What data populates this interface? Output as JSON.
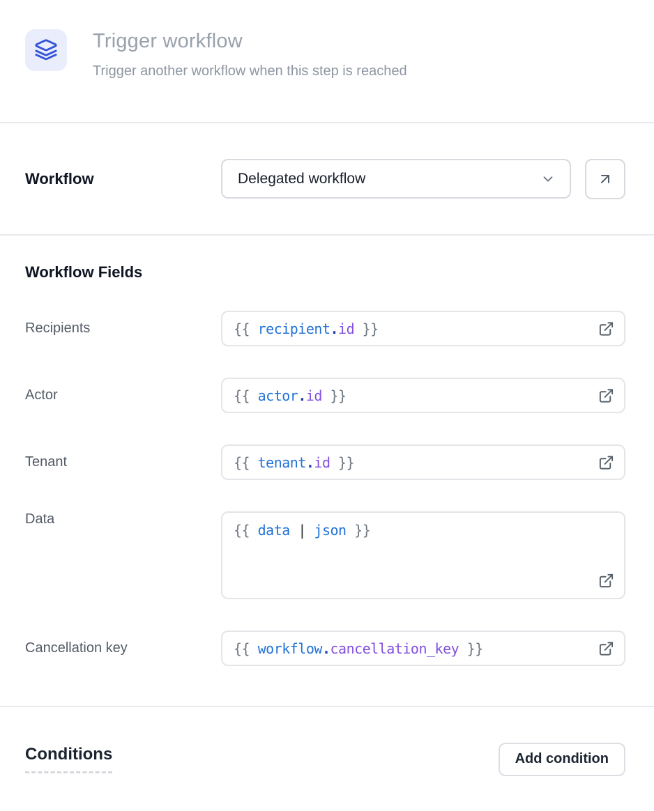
{
  "header": {
    "icon": "layers-icon",
    "title": "Trigger workflow",
    "subtitle": "Trigger another workflow when this step is reached"
  },
  "workflow": {
    "label": "Workflow",
    "selected_value": "Delegated workflow",
    "open_button_icon": "arrow-up-right-icon"
  },
  "fields": {
    "heading": "Workflow Fields",
    "rows": [
      {
        "label": "Recipients",
        "value": "{{ recipient.id }}",
        "multiline": false,
        "tokens": [
          {
            "text": "{{ ",
            "type": "brace"
          },
          {
            "text": "recipient",
            "type": "var"
          },
          {
            "text": ".",
            "type": "dot"
          },
          {
            "text": "id",
            "type": "prop"
          },
          {
            "text": " }}",
            "type": "brace"
          }
        ]
      },
      {
        "label": "Actor",
        "value": "{{ actor.id }}",
        "multiline": false,
        "tokens": [
          {
            "text": "{{ ",
            "type": "brace"
          },
          {
            "text": "actor",
            "type": "var"
          },
          {
            "text": ".",
            "type": "dot"
          },
          {
            "text": "id",
            "type": "prop"
          },
          {
            "text": " }}",
            "type": "brace"
          }
        ]
      },
      {
        "label": "Tenant",
        "value": "{{ tenant.id }}",
        "multiline": false,
        "tokens": [
          {
            "text": "{{ ",
            "type": "brace"
          },
          {
            "text": "tenant",
            "type": "var"
          },
          {
            "text": ".",
            "type": "dot"
          },
          {
            "text": "id",
            "type": "prop"
          },
          {
            "text": " }}",
            "type": "brace"
          }
        ]
      },
      {
        "label": "Data",
        "value": "{{ data | json }}",
        "multiline": true,
        "tokens": [
          {
            "text": "{{ ",
            "type": "brace"
          },
          {
            "text": "data",
            "type": "var"
          },
          {
            "text": " ",
            "type": "plain"
          },
          {
            "text": "|",
            "type": "pipe"
          },
          {
            "text": " ",
            "type": "plain"
          },
          {
            "text": "json",
            "type": "var"
          },
          {
            "text": " }}",
            "type": "brace"
          }
        ]
      },
      {
        "label": "Cancellation key",
        "value": "{{ workflow.cancellation_key }}",
        "multiline": false,
        "tokens": [
          {
            "text": "{{ ",
            "type": "brace"
          },
          {
            "text": "workflow",
            "type": "var"
          },
          {
            "text": ".",
            "type": "dot"
          },
          {
            "text": "cancellation_key",
            "type": "prop"
          },
          {
            "text": " }}",
            "type": "brace"
          }
        ]
      }
    ]
  },
  "conditions": {
    "heading": "Conditions",
    "add_button_label": "Add condition"
  },
  "colors": {
    "icon_blue": "#3452d9",
    "icon_bg": "#e9edfc",
    "token_blue": "#2272d7",
    "token_purple": "#8250df",
    "token_dot": "#1d35b0",
    "token_brace": "#6e7781",
    "muted_gray": "#9aa1ac",
    "border_gray": "#d8dadf",
    "divider": "#e8e9ed"
  }
}
